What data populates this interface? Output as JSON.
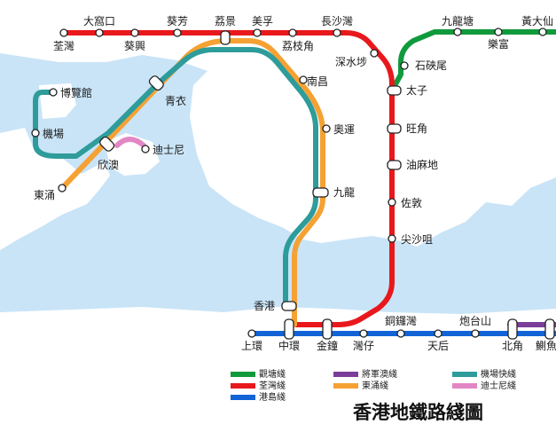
{
  "map": {
    "title": "香港地鐵路綫圖",
    "colors": {
      "water": "#c9e4f7",
      "land": "#ffffff",
      "kwun_tong": "#109a3c",
      "tsuen_wan": "#e8181c",
      "island": "#1264d6",
      "tseung_kwan_o": "#7a3e98",
      "tung_chung": "#f5a133",
      "airport_express": "#2e9c9a",
      "disneyland": "#e387c4"
    },
    "legend": [
      {
        "label": "觀塘綫",
        "color": "#109a3c"
      },
      {
        "label": "荃灣綫",
        "color": "#e8181c"
      },
      {
        "label": "港島綫",
        "color": "#1264d6"
      },
      {
        "label": "將軍澳綫",
        "color": "#7a3e98"
      },
      {
        "label": "東涌綫",
        "color": "#f5a133"
      },
      {
        "label": "機場快綫",
        "color": "#2e9c9a"
      },
      {
        "label": "迪士尼綫",
        "color": "#e387c4"
      }
    ],
    "stations": {
      "tai_wo_hau": "大窩口",
      "kwai_fong": "葵芳",
      "lai_king": "荔景",
      "mei_foo": "美孚",
      "cheung_sha_wan": "長沙灣",
      "tsuen_wan": "荃灣",
      "kwai_hing": "葵興",
      "lai_chi_kok": "荔枝角",
      "sham_shui_po": "深水埗",
      "kowloon_tong": "九龍塘",
      "wong_tai_sin": "黃大仙",
      "lok_fu": "樂富",
      "shek_kip_mei": "石硤尾",
      "prince_edward": "太子",
      "mong_kok": "旺角",
      "yau_ma_tei": "油麻地",
      "jordan": "佐敦",
      "tsim_sha_tsui": "尖沙咀",
      "nam_cheong": "南昌",
      "olympic": "奧運",
      "kowloon": "九龍",
      "tsing_yi": "青衣",
      "asiaworld_expo": "博覽館",
      "airport": "機場",
      "sunny_bay": "欣澳",
      "disneyland_resort": "迪士尼",
      "tung_chung": "東涌",
      "hong_kong": "香港",
      "sheung_wan": "上環",
      "central": "中環",
      "admiralty": "金鐘",
      "wan_chai": "灣仔",
      "causeway_bay": "銅鑼灣",
      "tin_hau": "天后",
      "fortress_hill": "炮台山",
      "north_point": "北角",
      "quarry_bay": "鰂魚"
    }
  }
}
